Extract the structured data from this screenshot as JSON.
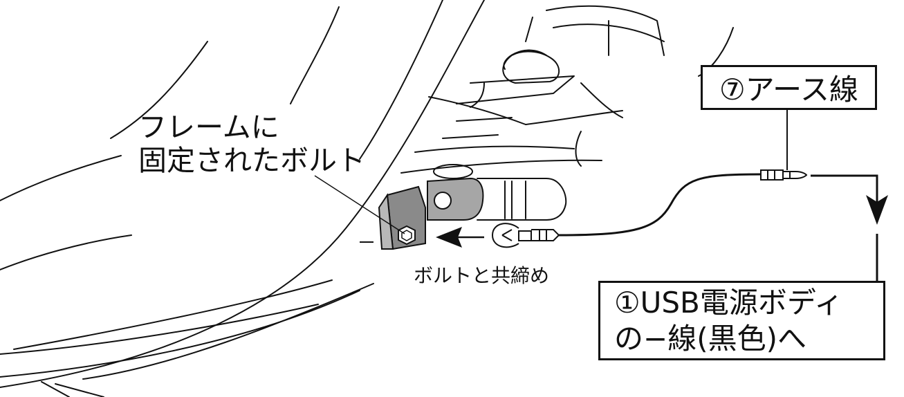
{
  "labels": {
    "frame_bolt_line1": "フレームに",
    "frame_bolt_line2": "固定されたボルト",
    "cofasten": "ボルトと共締め",
    "earth_wire": "⑦アース線",
    "usb_line1": "①USB電源ボディ",
    "usb_line2": "の−線(黒色)へ"
  },
  "colors": {
    "ink": "#111111",
    "bracket_fill": "#8a8a8a",
    "lug_fill": "#a6a6a6"
  },
  "icons": [
    "arrow-left-icon",
    "arrow-down-icon",
    "ring-terminal-icon",
    "bullet-connector-icon"
  ]
}
